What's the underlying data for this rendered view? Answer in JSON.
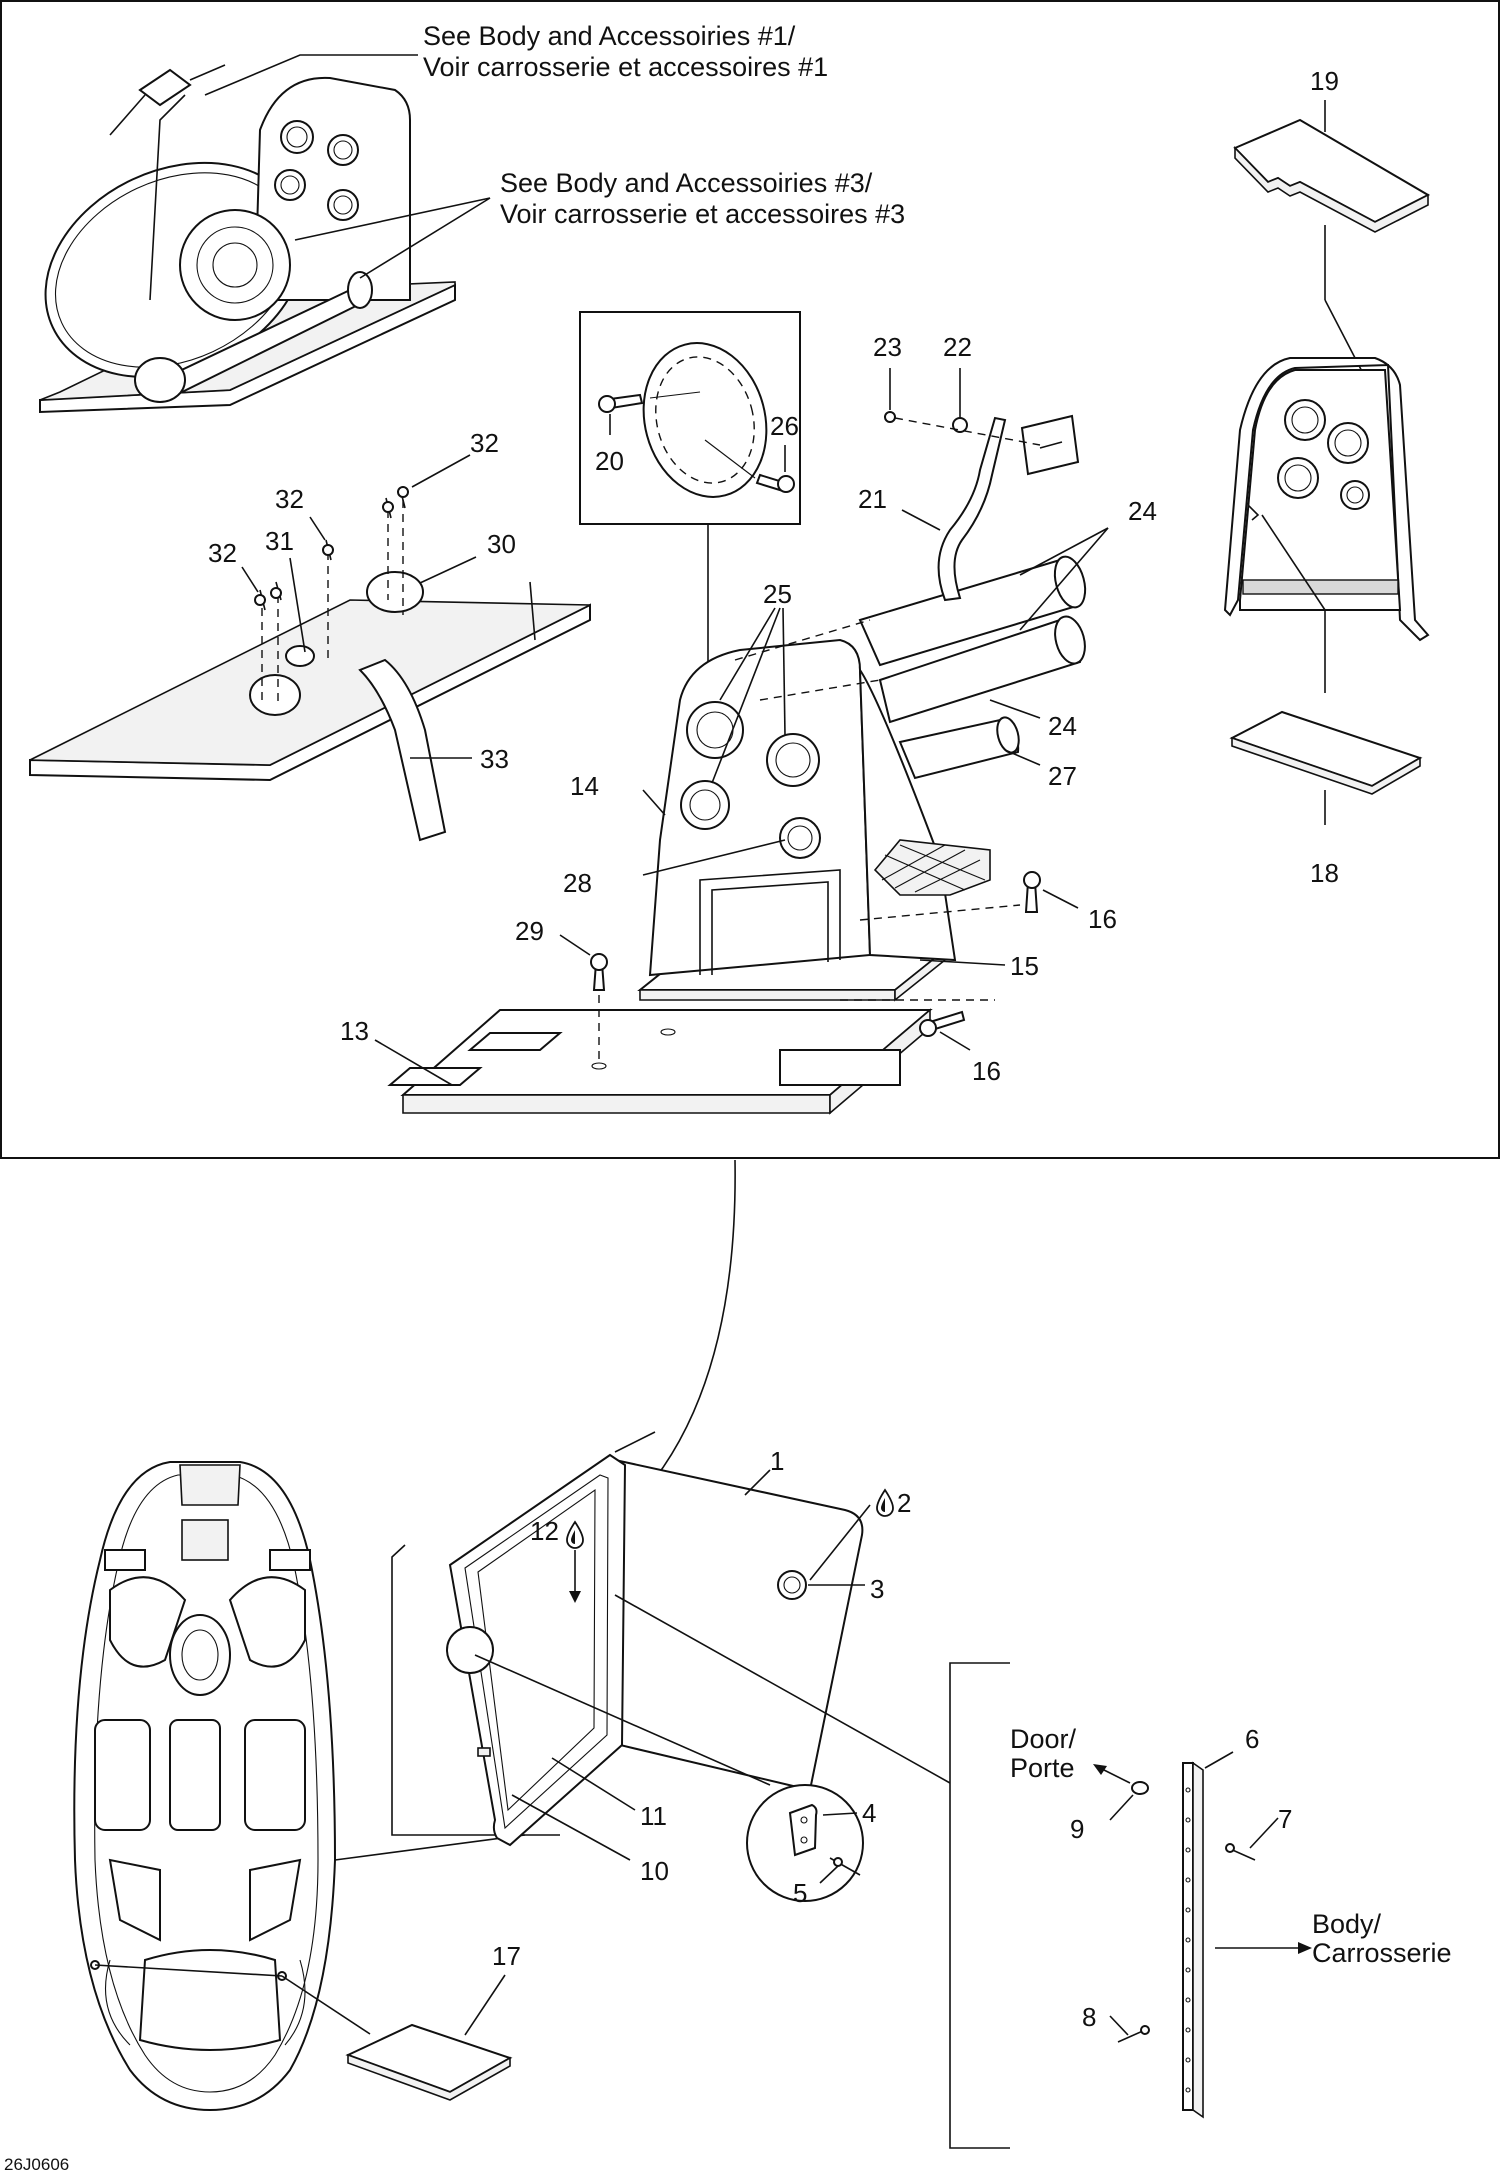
{
  "notes": {
    "body_accessories_1_en": "See Body and Accessoiries #1/",
    "body_accessories_1_fr": "Voir carrosserie et accessoires #1",
    "body_accessories_3_en": "See Body and Accessoiries #3/",
    "body_accessories_3_fr": "Voir carrosserie et accessoires #3"
  },
  "direction_labels": {
    "door_en": "Door/",
    "door_fr": "Porte",
    "body_en": "Body/",
    "body_fr": "Carrosserie"
  },
  "callouts": {
    "n1": "1",
    "n2": "2",
    "n3": "3",
    "n4": "4",
    "n5": "5",
    "n6": "6",
    "n7": "7",
    "n8": "8",
    "n9": "9",
    "n10": "10",
    "n11": "11",
    "n12": "12",
    "n13": "13",
    "n14": "14",
    "n15": "15",
    "n16a": "16",
    "n16b": "16",
    "n17": "17",
    "n18": "18",
    "n19": "19",
    "n20": "20",
    "n21": "21",
    "n22": "22",
    "n23": "23",
    "n24a": "24",
    "n24b": "24",
    "n25": "25",
    "n26": "26",
    "n27": "27",
    "n28": "28",
    "n29": "29",
    "n30": "30",
    "n31": "31",
    "n32a": "32",
    "n32b": "32",
    "n32c": "32",
    "n33": "33"
  },
  "drawing_code": "26J0606"
}
